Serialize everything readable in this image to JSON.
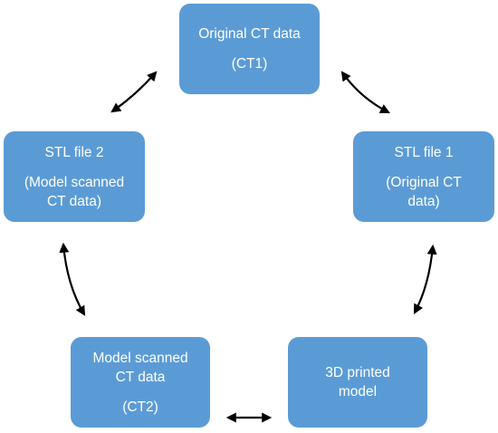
{
  "nodes": {
    "ct1": {
      "line1": "Original CT data",
      "line2": "(CT1)"
    },
    "stl1": {
      "line1": "STL file 1",
      "line2": "(Original CT",
      "line3": "data)"
    },
    "stl2": {
      "line1": "STL file 2",
      "line2": "(Model scanned",
      "line3": "CT data)"
    },
    "print": {
      "line1": "3D printed",
      "line2": "model"
    },
    "ct2": {
      "line1": "Model scanned",
      "line2": "CT data",
      "line3": "(CT2)"
    }
  },
  "colors": {
    "node_fill": "#5b9bd5",
    "node_text": "#ffffff",
    "arrow": "#000000"
  }
}
